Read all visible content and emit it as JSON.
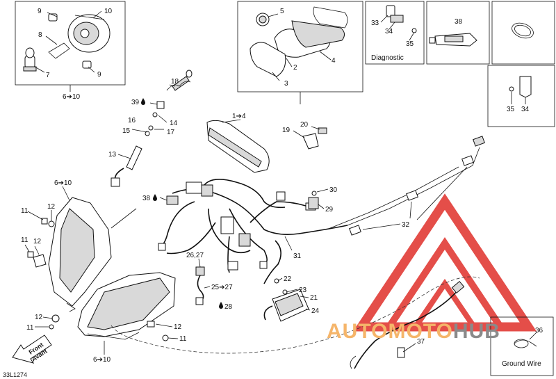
{
  "labels": {
    "p9a": "9",
    "p10a": "10",
    "p8": "8",
    "p7": "7",
    "p9b": "9",
    "r6_10a": "6➔10",
    "p5": "5",
    "p2": "2",
    "p3": "3",
    "p4": "4",
    "p33": "33",
    "p34a": "34",
    "p35a": "35",
    "diag": "Diagnostic",
    "p38a": "38",
    "p35b": "35",
    "p34b": "34",
    "p18": "18",
    "p39": "39",
    "p14": "14",
    "p16": "16",
    "p17": "17",
    "p15": "15",
    "p13": "13",
    "r1_4": "1➔4",
    "p19": "19",
    "p20": "20",
    "r6_10b": "6➔10",
    "p11a": "11",
    "p12a": "12",
    "p11b": "11",
    "p12b": "12",
    "p38b": "38",
    "p30": "30",
    "p29": "29",
    "p32": "32",
    "p31": "31",
    "p26_27": "26,27",
    "r25_27": "25➔27",
    "p28": "28",
    "p22": "22",
    "p23": "23",
    "p21": "21",
    "p24": "24",
    "p12c": "12",
    "p11c": "11",
    "p12d": "12",
    "p11d": "11",
    "r6_10c": "6➔10",
    "front": "Front",
    "avant": "Avant",
    "p36": "36",
    "p37": "37",
    "ground": "Ground Wire",
    "code": "33L1274"
  },
  "watermark": {
    "auto": "AUTOMOTO",
    "hub": "HUB",
    "color_red": "#e0302a",
    "color_orange": "#f5b56a",
    "color_gray": "#8a8a8a"
  },
  "icons": [
    "headlamp-icon",
    "bulb-icon",
    "gauge-icon",
    "cluster-icon",
    "wire-harness-icon",
    "ecu-module-icon",
    "connector-icon",
    "grease-tube-icon",
    "clamp-icon",
    "bolt-icon",
    "drop-icon",
    "arrow-icon"
  ]
}
